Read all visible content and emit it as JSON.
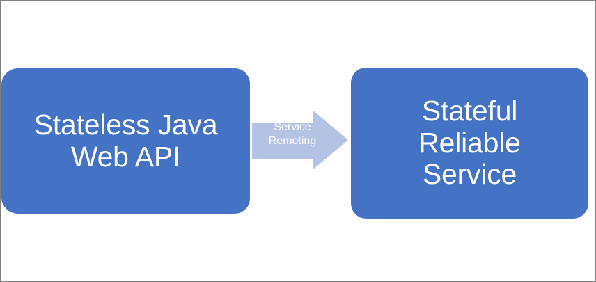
{
  "diagram": {
    "type": "flow-diagram",
    "background_color": "#FFFFFF",
    "border_color": "#808080",
    "nodes": [
      {
        "id": "stateless-java-web-api",
        "label": "Stateless Java\nWeb API",
        "shape": "rounded-rectangle",
        "fill_color": "#4472C4",
        "text_color": "#FFFFFF"
      },
      {
        "id": "stateful-reliable-service",
        "label": "Stateful\nReliable\nService",
        "shape": "rounded-rectangle",
        "fill_color": "#4472C4",
        "text_color": "#FFFFFF"
      }
    ],
    "connector": {
      "id": "service-remoting-arrow",
      "label": "Service\nRemoting",
      "shape": "block-arrow-right",
      "direction": "left-to-right",
      "fill_color": "#B4C2E3",
      "text_color": "#FFFFFF",
      "from": "stateless-java-web-api",
      "to": "stateful-reliable-service"
    }
  }
}
